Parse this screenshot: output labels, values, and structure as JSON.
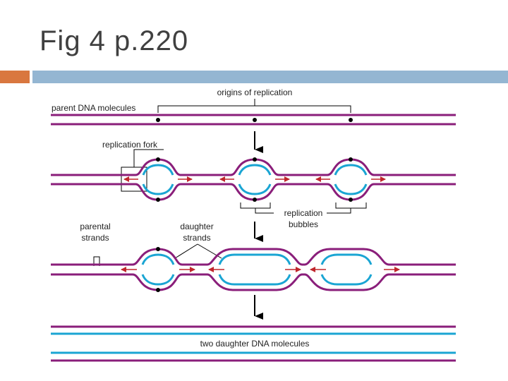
{
  "slide": {
    "title": "Fig 4 p.220",
    "colors": {
      "accent": "#d9773f",
      "bar": "#94b6d2",
      "parent_strand": "#8a1e7a",
      "daughter_strand": "#1aa5d3",
      "fork_arrow": "#c0262c"
    }
  },
  "diagram": {
    "labels": {
      "origins": "origins of replication",
      "parent_molecules": "parent DNA molecules",
      "replication_fork": "replication fork",
      "replication_bubbles_1": "replication",
      "replication_bubbles_2": "bubbles",
      "parental_strands_1": "parental",
      "parental_strands_2": "strands",
      "daughter_strands_1": "daughter",
      "daughter_strands_2": "strands",
      "two_daughter": "two daughter DNA molecules"
    }
  }
}
